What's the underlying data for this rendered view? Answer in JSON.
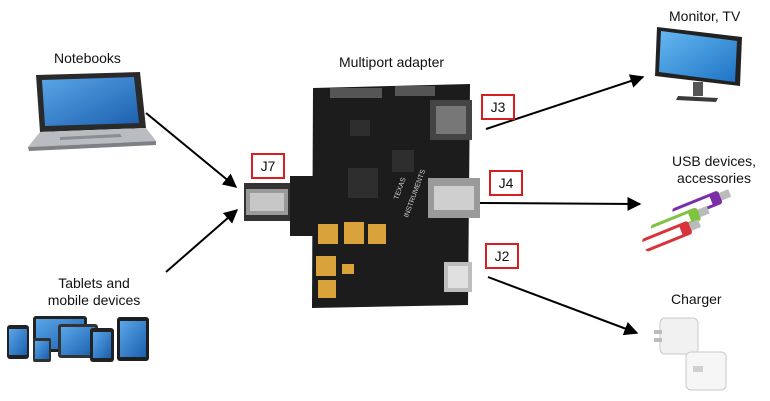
{
  "labels": {
    "notebooks": "Notebooks",
    "tablets_line1": "Tablets and",
    "tablets_line2": "mobile devices",
    "adapter": "Multiport adapter",
    "monitor": "Monitor, TV",
    "usb_line1": "USB devices,",
    "usb_line2": "accessories",
    "charger": "Charger"
  },
  "connectors": {
    "j7": "J7",
    "j3": "J3",
    "j4": "J4",
    "j2": "J2"
  },
  "board_text": {
    "brand_line1": "TEXAS",
    "brand_line2": "INSTRUMENTS"
  },
  "colors": {
    "connector_border": "#d81e1e",
    "arrow": "#000000",
    "board": "#1c1c1c",
    "pad_gold": "#d9a23b",
    "usb_purple": "#7b2ea8",
    "usb_green": "#7fc341",
    "usb_red": "#d8333a"
  }
}
